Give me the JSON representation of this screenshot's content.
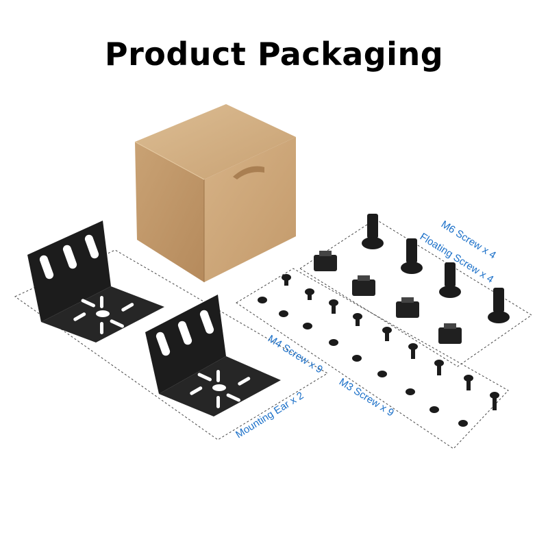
{
  "title": "Product Packaging",
  "colors": {
    "label": "#1a6fc8",
    "box": "#c19a6b",
    "hardware": "#1b1b1b"
  },
  "labels": {
    "m6": "M6 Screw x 4",
    "floating": "Floating Screw x 4",
    "m4": "M4 Screw x 9",
    "m3": "M3 Screw x 9",
    "ear": "Mounting Ear x 2"
  }
}
